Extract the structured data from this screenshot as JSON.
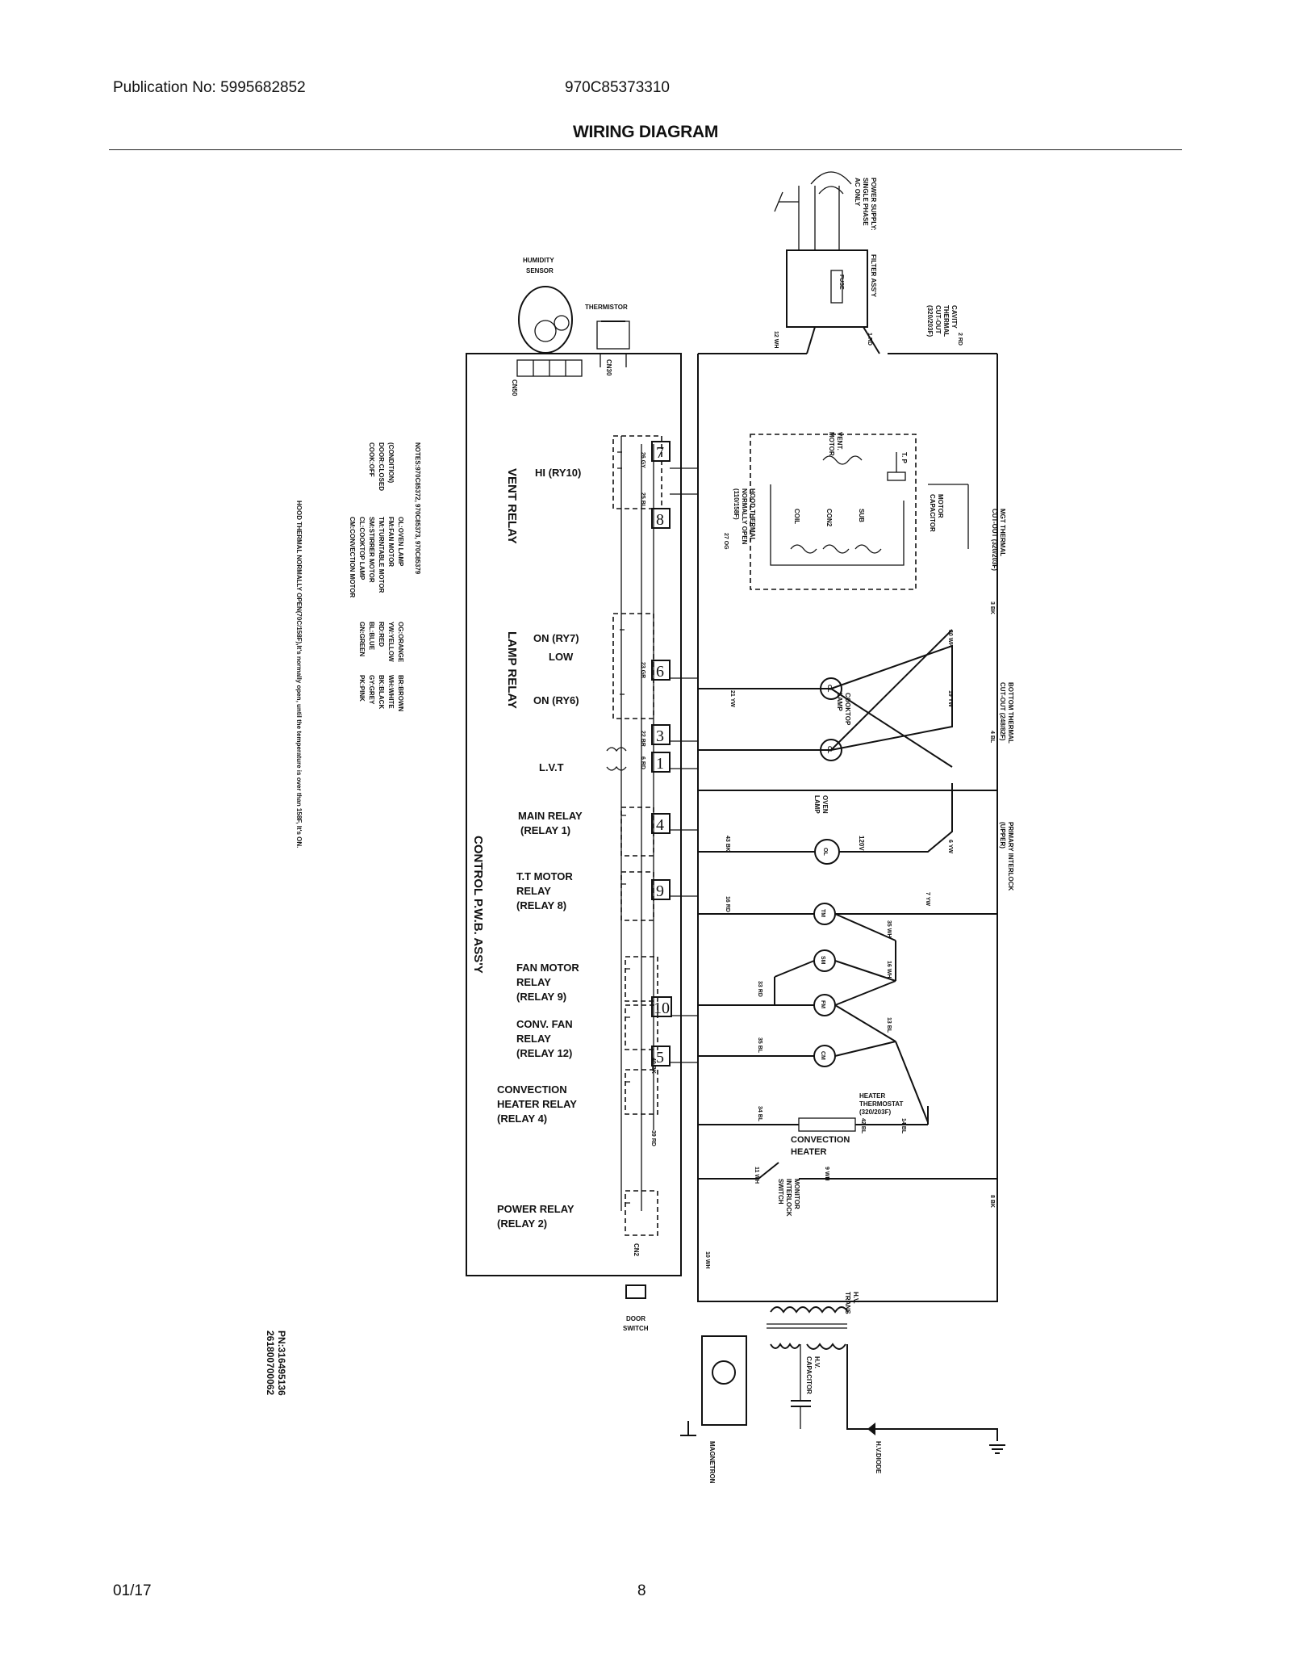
{
  "header": {
    "publication": "Publication No: 5995682852",
    "model": "970C85373310",
    "title": "WIRING DIAGRAM"
  },
  "footer": {
    "date": "01/17",
    "page": "8"
  },
  "diagram": {
    "top_labels": {
      "humidity_sensor": [
        "HUMIDITY",
        "SENSOR"
      ],
      "thermistor": "THERMISTOR",
      "cn50": "CN50",
      "cn30": "CN30"
    },
    "relays": {
      "vent_relay": "VENT RELAY",
      "hi": "HI (RY10)",
      "lamp_relay": "LAMP RELAY",
      "on_ry7": "ON (RY7)",
      "low": "LOW",
      "on_ry6": "ON (RY6)",
      "lvt": "L.V.T",
      "main_relay": [
        "MAIN RELAY",
        "(RELAY 1)"
      ],
      "tt_motor": [
        "T.T MOTOR",
        "RELAY",
        "(RELAY 8)"
      ],
      "fan_motor": [
        "FAN MOTOR",
        "RELAY",
        "(RELAY 9)"
      ],
      "conv_fan": [
        "CONV. FAN",
        "RELAY",
        "(RELAY 12)"
      ],
      "convection_heater": [
        "CONVECTION",
        "HEATER RELAY",
        "(RELAY 4)"
      ],
      "power_relay": [
        "POWER RELAY",
        "(RELAY 2)"
      ],
      "control_board": "CONTROL P.W.B. ASS'Y",
      "door_switch": [
        "DOOR",
        "SWITCH"
      ],
      "cn2": "CN2"
    },
    "connector_numbers": [
      "7",
      "8",
      "6",
      "3",
      "1",
      "4",
      "9",
      "10",
      "5"
    ],
    "right_labels": {
      "power_supply": [
        "POWER SUPPLY:",
        "SINGLE PHASE",
        "AC ONLY"
      ],
      "filter_assy": "FILTER ASS'Y",
      "fuse": "FUSE",
      "cavity_thermal": [
        "CAVITY",
        "THERMAL",
        "CUT-OUT",
        "(320/203F)"
      ],
      "vent_motor": [
        "VENT.",
        "MOTOR"
      ],
      "motor_capacitor": [
        "MOTOR",
        "CAPACITOR"
      ],
      "hood_thermal": [
        "HOOD THERMAL",
        "NORMALLY OPEN",
        "(110/158F)"
      ],
      "coil": "COIL",
      "con2": "CON2",
      "sub": "SUB",
      "tp": "T. P",
      "mgt_thermal": [
        "MGT THERMAL",
        "CUT-OUT (320/203F)"
      ],
      "cooktop_lamp": [
        "COOKTOP",
        "LAMP"
      ],
      "bottom_thermal": [
        "BOTTOM THERMAL",
        "CUT-OUT (248/82F)"
      ],
      "oven_lamp": [
        "OVEN",
        "LAMP"
      ],
      "primary_interlock": [
        "PRIMARY INTERLOCK",
        "(UPPER)"
      ],
      "heater_thermostat": [
        "HEATER",
        "THERMOSTAT",
        "(320/203F)"
      ],
      "convection_heater": [
        "CONVECTION",
        "HEATER"
      ],
      "monitor_switch": [
        "MONITOR",
        "INTERLOCK",
        "SWITCH"
      ],
      "hv_trans": [
        "H.V.",
        "TRANS"
      ],
      "hv_capacitor": [
        "H.V.",
        "CAPACITOR"
      ],
      "hv_diode": "H.V.DIODE",
      "magnetron": "MAGNETRON",
      "v120": "120V"
    },
    "components": [
      "OL",
      "CL",
      "CL",
      "TM",
      "SM",
      "FM",
      "CM"
    ],
    "wire_labels": [
      "1 RD",
      "2 RD",
      "3 BK",
      "4 BL",
      "30 WH",
      "19 YW",
      "21 YW",
      "6 YW",
      "7 YW",
      "35 WH",
      "16 WH",
      "13 BL",
      "43 BK",
      "16 RD",
      "33 RD",
      "35 BL",
      "34 BL",
      "14 BL",
      "42 BL",
      "11 WH",
      "9 WH",
      "8 BK",
      "10 WH",
      "12 WH",
      "26 GY",
      "25 BL",
      "27 OG",
      "23 GR",
      "22 BR",
      "6 RD",
      "40 BK",
      "39 RD"
    ],
    "notes": {
      "title": "NOTES:970C85372, 970C85373, 970C85379",
      "condition": [
        "(CONDITION)",
        "DOOR:CLOSED",
        "COOK:OFF"
      ],
      "legend": [
        "OL:OVEN LAMP",
        "FM:FAN MOTOR",
        "TM:TURNTABLE MOTOR",
        "SM:STIRRER MOTOR",
        "CL:COOKTOP LAMP",
        "CM:CONVECTION MOTOR"
      ],
      "colors": [
        "OG:ORANGE",
        "YW:YELLOW",
        "RD:RED",
        "BL:BLUE",
        "GN:GREEN",
        "BR:BROWN",
        "WH:WHITE",
        "BK:BLACK",
        "GY:GREY",
        "PK:PINK"
      ],
      "hood_note": "HOOD THERMAL NORMALLY OPEN(70C/158F),It's normally open, until the temperature is over than 158F, It's ON."
    },
    "part_numbers": [
      "PN:316495136",
      "261800700062"
    ]
  }
}
